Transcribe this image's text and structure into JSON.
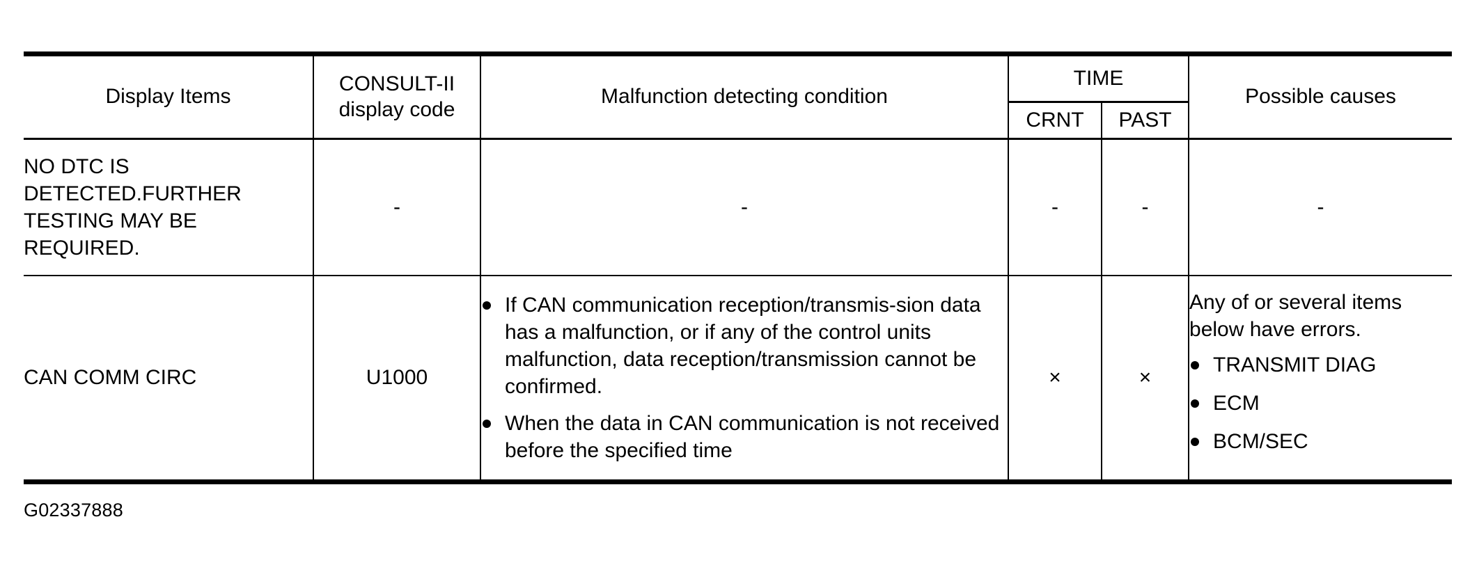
{
  "table": {
    "columns": [
      {
        "id": "display_items",
        "label": "Display Items"
      },
      {
        "id": "consult_code",
        "label_line1": "CONSULT-II",
        "label_line2": "display code"
      },
      {
        "id": "malfunction",
        "label": "Malfunction detecting condition"
      },
      {
        "id": "time",
        "label": "TIME",
        "sub": [
          {
            "id": "crnt",
            "label": "CRNT"
          },
          {
            "id": "past",
            "label": "PAST"
          }
        ]
      },
      {
        "id": "possible_causes",
        "label": "Possible causes"
      }
    ],
    "rows": [
      {
        "display_items": [
          "NO DTC IS",
          "DETECTED.FURTHER",
          "TESTING MAY BE",
          "REQUIRED."
        ],
        "consult_code": "-",
        "malfunction": "-",
        "crnt": "-",
        "past": "-",
        "possible_causes": "-"
      },
      {
        "display_items": [
          "CAN COMM CIRC"
        ],
        "consult_code": "U1000",
        "malfunction_bullets": [
          "If CAN communication reception/transmis-sion data has a malfunction, or if any of the control units malfunction, data reception/transmission cannot be confirmed.",
          "When the data in CAN communication is not received before the specified time"
        ],
        "crnt": "×",
        "past": "×",
        "possible_causes_lead": "Any of or several items below have errors.",
        "possible_causes_bullets": [
          "TRANSMIT DIAG",
          "ECM",
          "BCM/SEC"
        ]
      }
    ]
  },
  "caption": "G02337888",
  "colors": {
    "background": "#ffffff",
    "text": "#000000",
    "rule": "#000000"
  }
}
